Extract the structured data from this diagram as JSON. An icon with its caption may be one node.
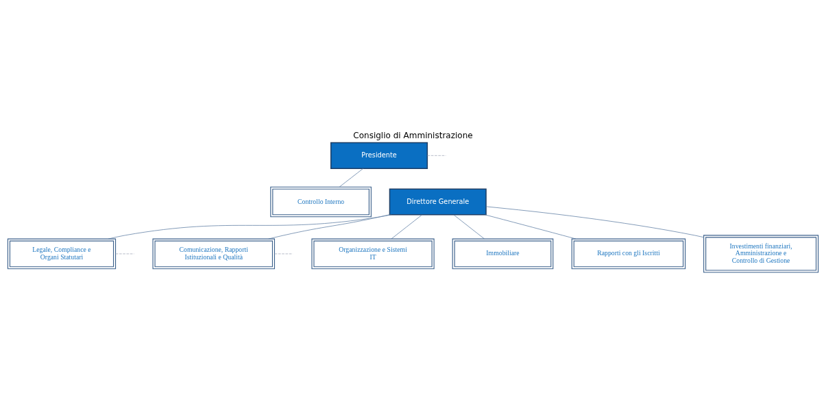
{
  "diagram": {
    "title": "Consiglio di Amministrazione",
    "nodes": [
      {
        "text": [
          "Presidente"
        ]
      },
      {
        "text": [
          "Controllo Interno"
        ]
      },
      {
        "text": [
          "Direttore Generale"
        ]
      },
      {
        "text": [
          "Legale, Compliance e Organi Statutari"
        ]
      },
      {
        "text": [
          "Comunicazione, Rapporti Istituzionali e Qualità"
        ]
      },
      {
        "text": [
          "Organizzazione e Sistemi IT"
        ]
      },
      {
        "text": [
          "Immobiliare"
        ]
      },
      {
        "text": [
          "Rapporti con gli Iscritti"
        ]
      },
      {
        "text": [
          "Investimenti finanziari, Amministrazione e Controllo di Gestione"
        ]
      }
    ],
    "edges": [
      {
        "from": 0,
        "to": 1,
        "arrow": "none"
      },
      {
        "from": 0,
        "to": null,
        "arrow": "none",
        "style": "dashed",
        "color": "#a0a8b8"
      },
      {
        "from": 2,
        "to": 3,
        "arrow": "none"
      },
      {
        "from": 3,
        "to": null,
        "arrow": "none",
        "style": "dashed",
        "color": "#a0a8b8"
      },
      {
        "from": 2,
        "to": 4,
        "arrow": "none"
      },
      {
        "from": 4,
        "to": null,
        "arrow": "none",
        "style": "dashed",
        "color": "#a0a8b8"
      },
      {
        "from": 2,
        "to": 5,
        "arrow": "none"
      },
      {
        "from": 2,
        "to": 6,
        "arrow": "none"
      },
      {
        "from": 2,
        "to": 7,
        "arrow": "none"
      },
      {
        "from": 2,
        "to": 8,
        "arrow": "none"
      }
    ]
  }
}
